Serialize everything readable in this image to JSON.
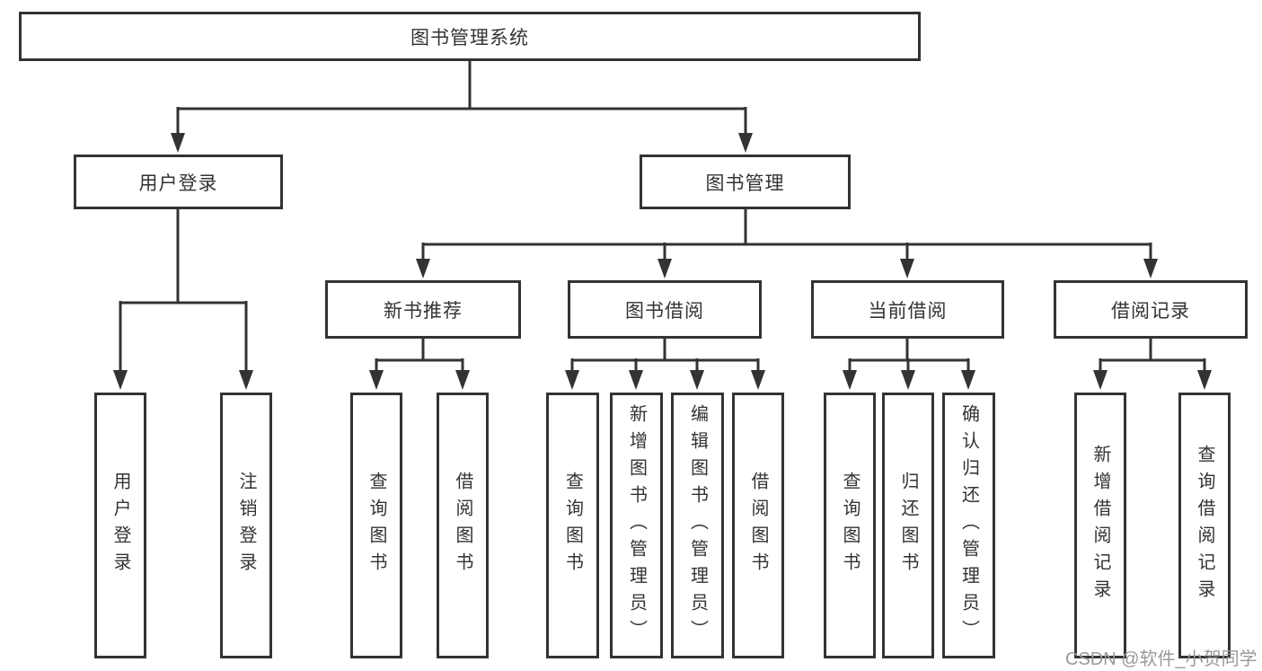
{
  "diagram_title": "图书管理系统",
  "tree": {
    "root": {
      "label": "图书管理系统",
      "children": [
        {
          "label": "用户登录",
          "children": [
            {
              "label": "用户登录"
            },
            {
              "label": "注销登录"
            }
          ]
        },
        {
          "label": "图书管理",
          "children": [
            {
              "label": "新书推荐",
              "children": [
                {
                  "label": "查询图书"
                },
                {
                  "label": "借阅图书"
                }
              ]
            },
            {
              "label": "图书借阅",
              "children": [
                {
                  "label": "查询图书"
                },
                {
                  "label": "新增图书（管理员）"
                },
                {
                  "label": "编辑图书（管理员）"
                },
                {
                  "label": "借阅图书"
                }
              ]
            },
            {
              "label": "当前借阅",
              "children": [
                {
                  "label": "查询图书"
                },
                {
                  "label": "归还图书"
                },
                {
                  "label": "确认归还（管理员）"
                }
              ]
            },
            {
              "label": "借阅记录",
              "children": [
                {
                  "label": "新增借阅记录"
                },
                {
                  "label": "查询借阅记录"
                }
              ]
            }
          ]
        }
      ]
    }
  },
  "watermark": {
    "text": "CSDN @软件_小贺同学"
  },
  "colors": {
    "line": "#333333",
    "box_border": "#333333",
    "text": "#333333",
    "watermark": "#999999",
    "background": "#ffffff"
  }
}
